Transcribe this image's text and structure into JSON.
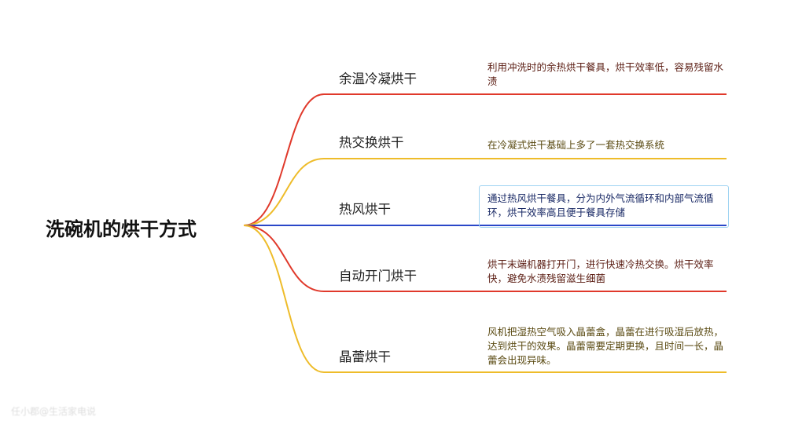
{
  "root": {
    "title": "洗碗机的烘干方式"
  },
  "branches": [
    {
      "label": "余温冷凝烘干",
      "desc": "利用冲洗时的余热烘干餐具，烘干效率低，容易残留水渍",
      "color": "#e0392b",
      "text_color": "#5a1c12"
    },
    {
      "label": "热交换烘干",
      "desc": "在冷凝式烘干基础上多了一套热交换系统",
      "color": "#eebc2a",
      "text_color": "#5a4a12"
    },
    {
      "label": "热风烘干",
      "desc": "通过热风烘干餐具，分为内外气流循环和内部气流循环，烘干效率高且便于餐具存储",
      "color": "#2a47c8",
      "text_color": "#1a2a66"
    },
    {
      "label": "自动开门烘干",
      "desc": "烘干末端机器打开门，进行快速冷热交换。烘干效率快，避免水渍残留滋生细菌",
      "color": "#e0392b",
      "text_color": "#5a1c12"
    },
    {
      "label": "晶蕾烘干",
      "desc": "风机把湿热空气吸入晶蕾盒，晶蕾在进行吸湿后放热，达到烘干的效果。晶蕾需要定期更换，且时间一长，晶蕾会出现异味。",
      "color": "#eebc2a",
      "text_color": "#5a4a12"
    }
  ],
  "watermark": "任小郡@生活家电说"
}
